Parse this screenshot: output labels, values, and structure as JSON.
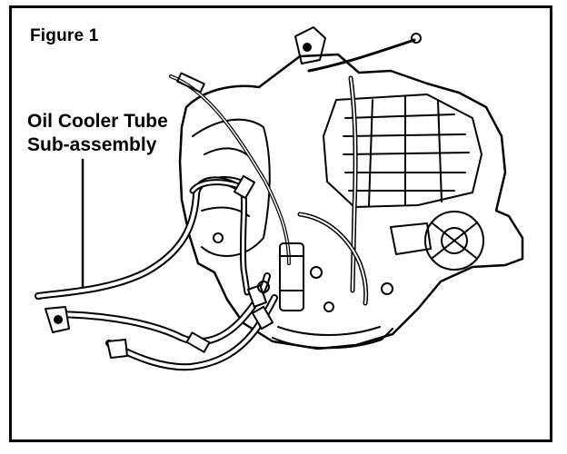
{
  "figure": {
    "title": "Figure 1",
    "callout_line1": "Oil Cooler Tube",
    "callout_line2": "Sub-assembly"
  },
  "colors": {
    "ink": "#000000",
    "paper": "#ffffff"
  }
}
